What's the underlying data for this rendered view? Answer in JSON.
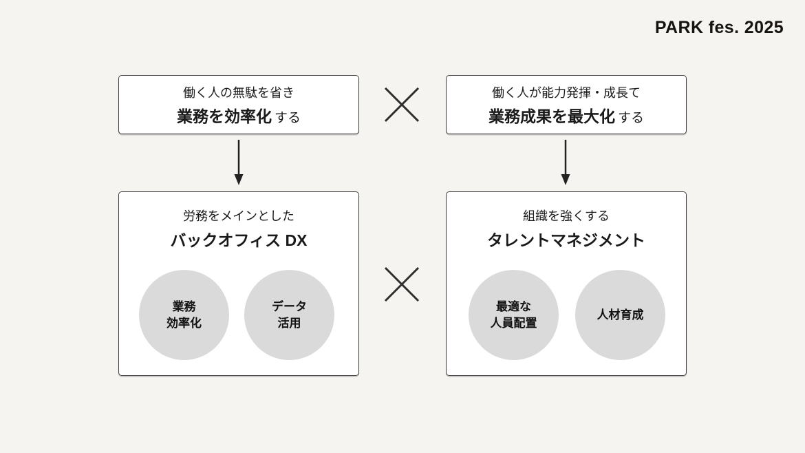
{
  "header": {
    "logo": "PARK fes. 2025"
  },
  "flow": {
    "top_left": {
      "line1": "働く人の無駄を省き",
      "emphasis": "業務を効率化",
      "suffix": "する"
    },
    "top_right": {
      "line1": "働く人が能力発揮・成長て",
      "emphasis": "業務成果を最大化",
      "suffix": "する"
    },
    "bottom_left": {
      "subtitle": "労務をメインとした",
      "title": "バックオフィス DX",
      "circles": [
        {
          "line1": "業務",
          "line2": "効率化"
        },
        {
          "line1": "データ",
          "line2": "活用"
        }
      ]
    },
    "bottom_right": {
      "subtitle": "組織を強くする",
      "title": "タレントマネジメント",
      "circles": [
        {
          "line1": "最適な",
          "line2": "人員配置"
        },
        {
          "line1": "人材育成"
        }
      ]
    }
  },
  "icons": {
    "multiply_top": "×",
    "multiply_bottom": "×",
    "arrow_down_left": "↓",
    "arrow_down_right": "↓"
  },
  "colors": {
    "background": "#f5f4f1",
    "box_background": "#ffffff",
    "box_border": "#3f3f3f",
    "circle_background": "#dadada",
    "text": "#1a1a1a"
  }
}
